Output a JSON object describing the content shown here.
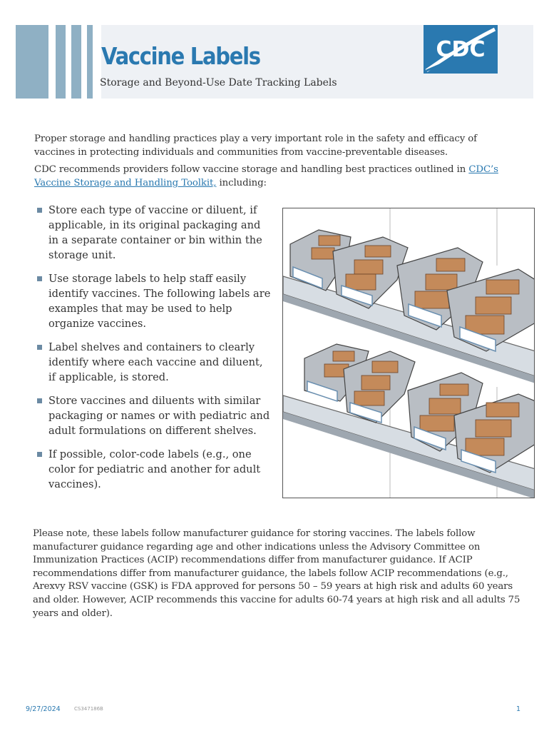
{
  "header": {
    "title": "Vaccine Labels",
    "subtitle": "Storage and Beyond-Use Date Tracking Labels",
    "logo_text": "CDC",
    "brand_color": "#2a79b0",
    "stripe_color": "#8fb0c4"
  },
  "intro": {
    "paragraph1": "Proper storage and handling practices play a very important role in the safety and efficacy of vaccines in protecting individuals and communities from vaccine-preventable diseases.",
    "paragraph2_before": "CDC recommends providers follow vaccine storage and handling best practices outlined in ",
    "paragraph2_link": "CDC’s Vaccine Storage and Handling Toolkit,",
    "paragraph2_after": " including:"
  },
  "bullets": [
    "Store each type of vaccine or diluent, if applicable, in its original packaging and in a separate container or bin within the storage unit.",
    "Use storage labels to help staff easily identify vaccines. The following labels are examples that may be used to help organize vaccines.",
    "Label shelves and containers to clearly identify where each vaccine and diluent, if applicable, is stored.",
    "Store vaccines and diluents with similar packaging or names or with pediatric and adult formulations on different shelves.",
    "If possible, color-code labels (e.g., one color for pediatric and another for adult vaccines)."
  ],
  "note": "Please note, these labels follow manufacturer guidance for storing vaccines.  The labels follow manufacturer guidance regarding age and other indications unless the Advisory Committee on Immunization Practices (ACIP) recommendations differ from manufacturer guidance.  If ACIP recommendations differ from manufacturer guidance, the labels follow ACIP recommendations (e.g., Arexvy RSV vaccine (GSK) is FDA approved for persons 50 – 59 years at high risk and adults 60 years and older.  However, ACIP recommends this vaccine for adults 60-74 years at high risk and all adults 75 years and older).",
  "footer": {
    "date": "9/27/2024",
    "code": "CS347186B",
    "page": "1"
  }
}
